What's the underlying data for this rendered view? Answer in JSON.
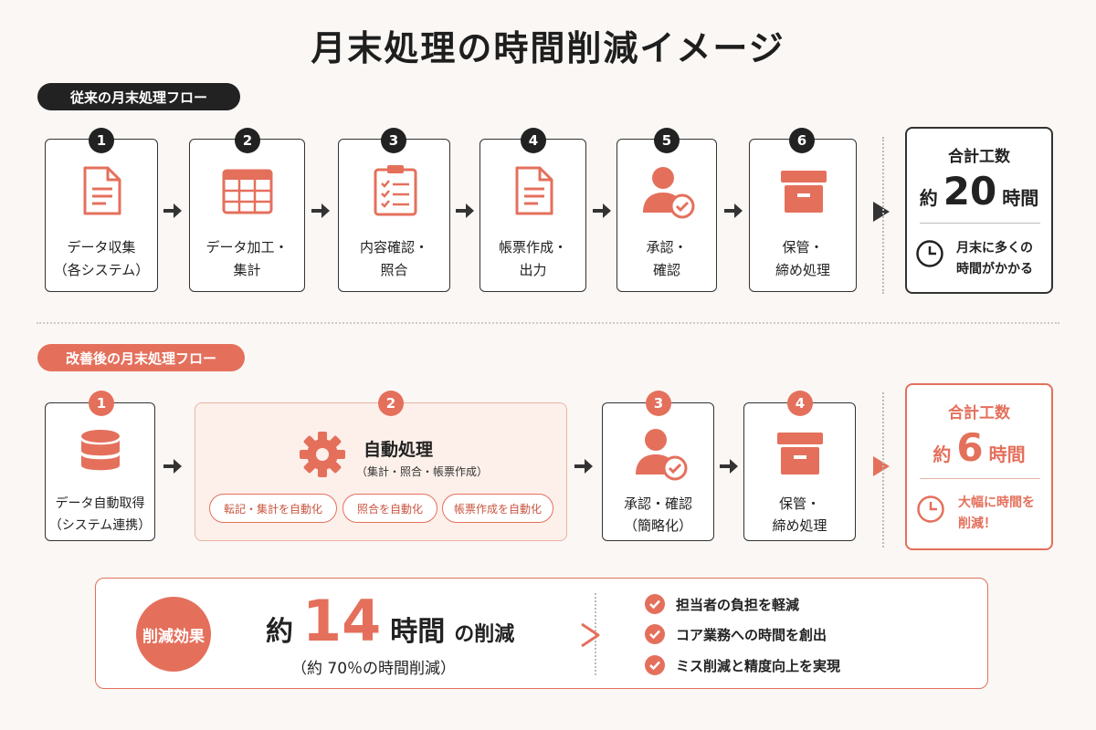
{
  "title": "月末処理の時間削減イメージ",
  "before": {
    "label": "従来の月末処理フロー",
    "steps": [
      {
        "num": "1",
        "line1": "データ収集",
        "line2": "（各システム）"
      },
      {
        "num": "2",
        "line1": "データ加工・",
        "line2": "集計"
      },
      {
        "num": "3",
        "line1": "内容確認・",
        "line2": "照合"
      },
      {
        "num": "4",
        "line1": "帳票作成・",
        "line2": "出力"
      },
      {
        "num": "5",
        "line1": "承認・",
        "line2": "確認"
      },
      {
        "num": "6",
        "line1": "保管・",
        "line2": "締め処理"
      }
    ],
    "total": {
      "title": "合計工数",
      "prefix": "約",
      "value": "20",
      "unit": "時間",
      "note1": "月末に多くの",
      "note2": "時間がかかる"
    }
  },
  "after": {
    "label": "改善後の月末処理フロー",
    "step1": {
      "num": "1",
      "line1": "データ自動取得",
      "line2": "（システム連携）"
    },
    "step2": {
      "num": "2",
      "title": "自動処理",
      "subtitle": "（集計・照合・帳票作成）",
      "chips": [
        "転記・集計を自動化",
        "照合を自動化",
        "帳票作成を自動化"
      ]
    },
    "step3": {
      "num": "3",
      "line1": "承認・確認",
      "line2": "（簡略化）"
    },
    "step4": {
      "num": "4",
      "line1": "保管・",
      "line2": "締め処理"
    },
    "total": {
      "title": "合計工数",
      "prefix": "約",
      "value": "6",
      "unit": "時間",
      "note1": "大幅に時間を",
      "note2": "削減！"
    }
  },
  "effect": {
    "badge": "削減効果",
    "prefix": "約",
    "value": "14",
    "unit": "時間",
    "suffix": "の削減",
    "sub": "（約 70％の時間削減）",
    "benefits": [
      "担当者の負担を軽減",
      "コア業務への時間を創出",
      "ミス削減と精度向上を実現"
    ]
  },
  "colors": {
    "accent": "#e4705c",
    "dark": "#222222",
    "background": "#faf7f4"
  }
}
